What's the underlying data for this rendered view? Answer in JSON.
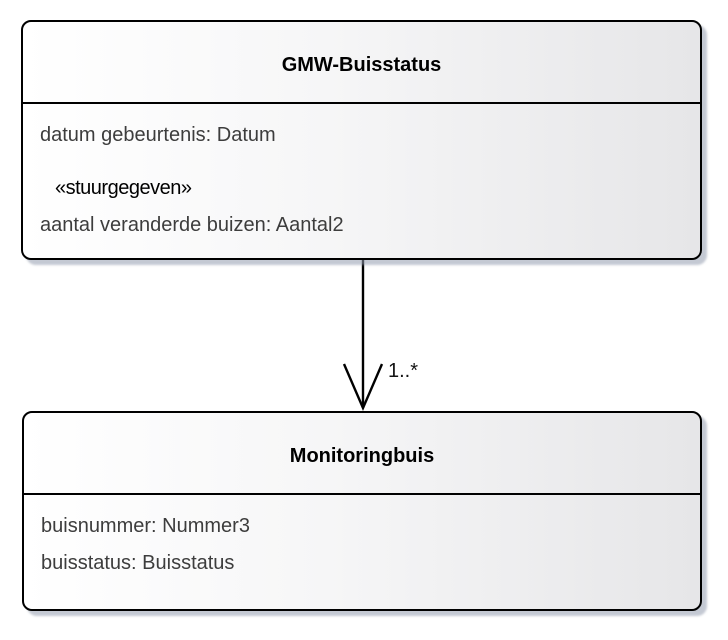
{
  "diagram": {
    "type": "uml-class-diagram",
    "classes": [
      {
        "name": "GMW-Buisstatus",
        "attributes": [
          {
            "label": "datum gebeurtenis: Datum"
          }
        ],
        "stereotyped_attribute": {
          "stereotype": "«stuurgegeven»",
          "label": "aantal veranderde buizen: Aantal2"
        }
      },
      {
        "name": "Monitoringbuis",
        "attributes": [
          {
            "label": "buisnummer: Nummer3"
          },
          {
            "label": "buisstatus: Buisstatus"
          }
        ]
      }
    ],
    "association": {
      "source": "GMW-Buisstatus",
      "target": "Monitoringbuis",
      "target_multiplicity": "1..*",
      "arrow_style": "open-arrowhead"
    },
    "colors": {
      "box_border": "#000000",
      "box_fill_left": "#ffffff",
      "box_fill_right": "#e6e6e8",
      "box_shadow": "#949cae",
      "attribute_text": "#3d3d3d",
      "title_text": "#000000"
    }
  }
}
